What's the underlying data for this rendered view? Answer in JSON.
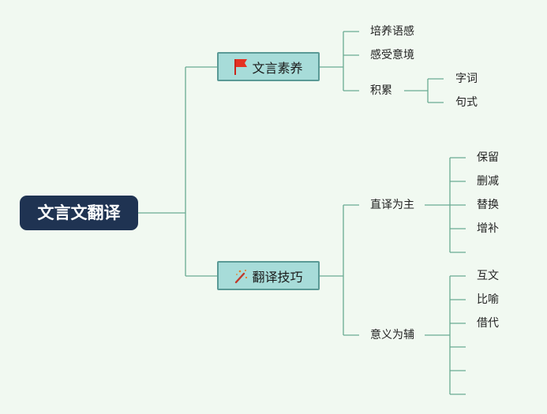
{
  "root": {
    "label": "文言文翻译"
  },
  "branches": [
    {
      "label": "文言素养",
      "icon": "red-flag-icon",
      "children": [
        {
          "label": "培养语感"
        },
        {
          "label": "感受意境"
        },
        {
          "label": "积累",
          "children": [
            {
              "label": "字词"
            },
            {
              "label": "句式"
            }
          ]
        }
      ]
    },
    {
      "label": "翻译技巧",
      "icon": "magic-wand-icon",
      "children": [
        {
          "label": "直译为主",
          "children": [
            {
              "label": "保留"
            },
            {
              "label": "删减"
            },
            {
              "label": "替换"
            },
            {
              "label": "增补"
            },
            {
              "label": ""
            }
          ]
        },
        {
          "label": "意义为辅",
          "children": [
            {
              "label": "互文"
            },
            {
              "label": "比喻"
            },
            {
              "label": "借代"
            },
            {
              "label": ""
            },
            {
              "label": ""
            },
            {
              "label": ""
            }
          ]
        }
      ]
    }
  ],
  "colors": {
    "background": "#f1f9f1",
    "root_fill": "#1f3352",
    "topic_fill": "#a7dcd9",
    "topic_border": "#5a9a96",
    "connector": "#6aaa92"
  }
}
